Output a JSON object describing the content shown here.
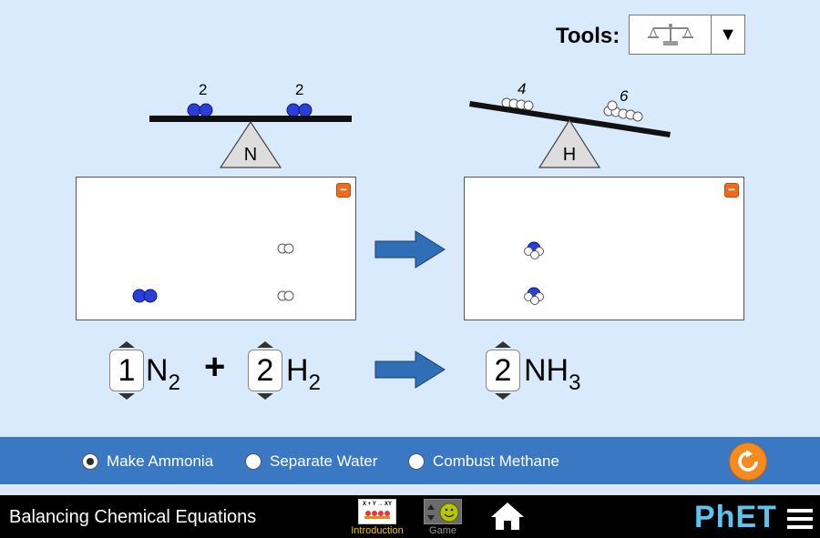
{
  "tools": {
    "label": "Tools:",
    "selected_icon": "balance-scale-icon",
    "dropdown_icon": "triangle-down-icon"
  },
  "balances": [
    {
      "element": "N",
      "left_count": "2",
      "right_count": "2"
    },
    {
      "element": "H",
      "left_count": "4",
      "right_count": "6"
    }
  ],
  "equation": {
    "reactants": [
      {
        "coefficient": "1",
        "symbol": "N",
        "subscript": "2"
      },
      {
        "coefficient": "2",
        "symbol": "H",
        "subscript": "2"
      }
    ],
    "plus": "+",
    "products": [
      {
        "coefficient": "2",
        "symbol": "NH",
        "subscript": "3"
      }
    ]
  },
  "reactions": [
    {
      "label": "Make Ammonia",
      "selected": true
    },
    {
      "label": "Separate Water",
      "selected": false
    },
    {
      "label": "Combust Methane",
      "selected": false
    }
  ],
  "box_collapse_symbol": "−",
  "nav": {
    "sim_title": "Balancing Chemical Equations",
    "screens": [
      {
        "label": "Introduction",
        "icon_caption": "X + Y → XY",
        "active": true
      },
      {
        "label": "Game",
        "active": false
      }
    ],
    "logo": "PhET"
  },
  "colors": {
    "background": "#d8eafb",
    "control_bar": "#3a78c4",
    "active_screen": "#f5c400",
    "logo": "#5dc3f0",
    "nitrogen": "#2a3ed8",
    "hydrogen": "#ffffff",
    "arrow": "#2f6fb7"
  }
}
